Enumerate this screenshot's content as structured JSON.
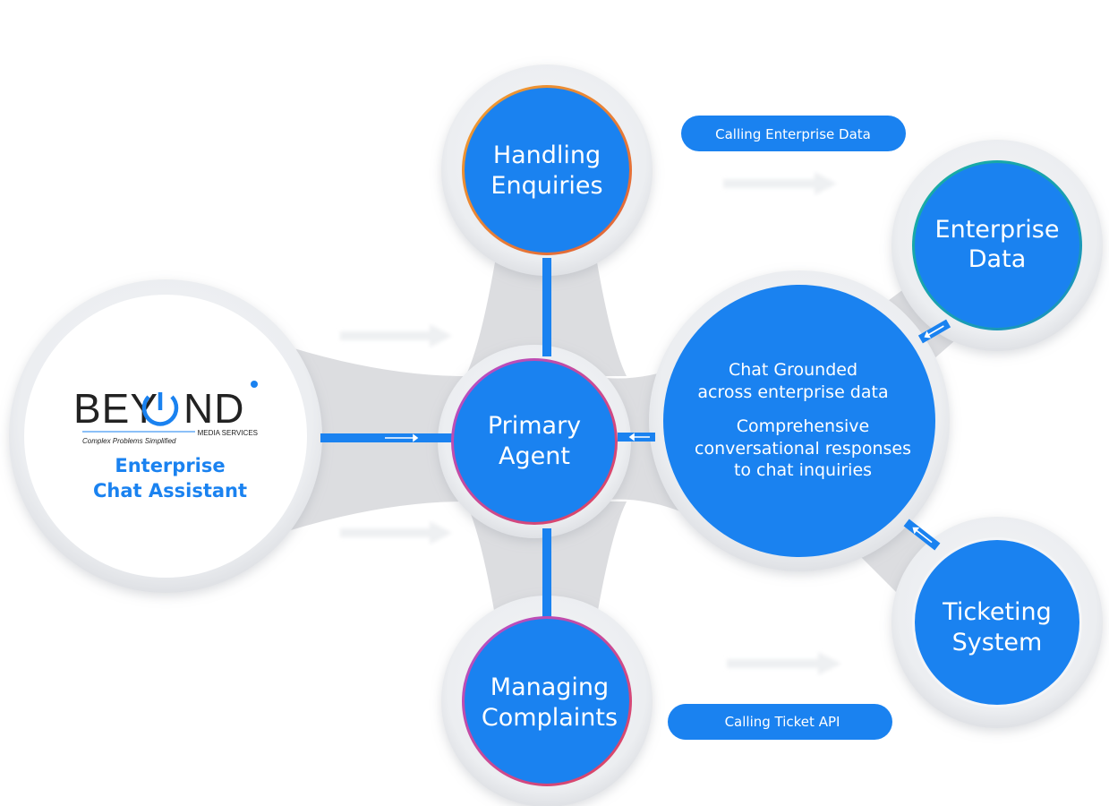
{
  "colors": {
    "node_blue": "#1a82f0",
    "brand_blue": "#1a82f0",
    "track_gray": "#dcdde0",
    "halo_gray": "#eeeff1",
    "ring_orange": "#e8902a",
    "ring_pink": "#d8456e",
    "ring_teal": "#1aa8a0",
    "ring_purple": "#a04ad0"
  },
  "brand": {
    "logo_word_left": "BEY",
    "logo_word_right": "ND",
    "logo_subtitle": "MEDIA SERVICES",
    "logo_tagline": "Complex Problems Simplified",
    "title_line1": "Enterprise",
    "title_line2": "Chat Assistant"
  },
  "nodes": {
    "handling_enquiries": {
      "line1": "Handling",
      "line2": "Enquiries"
    },
    "primary_agent": {
      "line1": "Primary",
      "line2": "Agent"
    },
    "managing_complaints": {
      "line1": "Managing",
      "line2": "Complaints"
    },
    "enterprise_data": {
      "line1": "Enterprise",
      "line2": "Data"
    },
    "ticketing_system": {
      "line1": "Ticketing",
      "line2": "System"
    },
    "chat_hub": {
      "heading_line1": "Chat Grounded",
      "heading_line2": "across enterprise data",
      "body_line1": "Comprehensive",
      "body_line2": "conversational responses",
      "body_line3": "to chat inquiries"
    }
  },
  "labels": {
    "calling_enterprise_data": "Calling Enterprise Data",
    "calling_ticket_api": "Calling Ticket API"
  },
  "icons": {
    "flow_arrow": "arrow-right-icon",
    "return_arrow": "arrow-left-icon",
    "power": "power-icon"
  }
}
